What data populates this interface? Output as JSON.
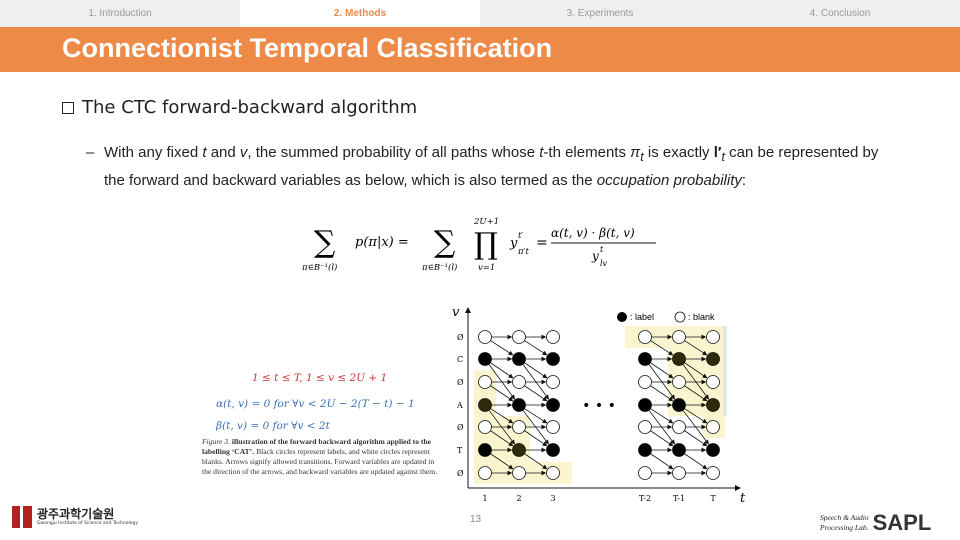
{
  "tabs": [
    {
      "label": "1. Introduction",
      "active": false
    },
    {
      "label": "2. Methods",
      "active": true
    },
    {
      "label": "3. Experiments",
      "active": false
    },
    {
      "label": "4. Conclusion",
      "active": false
    }
  ],
  "title": "Connectionist Temporal Classification",
  "bullet": "The CTC forward-backward algorithm",
  "subbullet": {
    "dash": "–",
    "part1": "With any fixed ",
    "t": "t",
    "part2": " and ",
    "v": "v",
    "part3": ", the summed probability of all paths whose ",
    "t2": "t",
    "part4": "-th elements ",
    "pi_t": "π",
    "pi_sub": "t",
    "part5": " is exactly ",
    "l_t": "l′",
    "l_sub": "t",
    "part6": " can be represented by the forward and backward variables as below, which is also termed as the ",
    "occupation": "occupation probability",
    "part7": ":"
  },
  "formula": {
    "sum_sub": "π∈B⁻¹(l)",
    "lhs": "p(π|x) =",
    "prod_top": "2U+1",
    "prod_bot": "v=1",
    "y_term": "y",
    "y_sup": "t′",
    "y_sub": "π′t",
    "eq": "=",
    "numerator": "α(t, v) · β(t, v)",
    "den_y": "y",
    "den_sup": "t",
    "den_sub": "lv"
  },
  "diagram": {
    "v_axis": "v",
    "t_axis": "t",
    "rows": [
      "Ø",
      "C",
      "Ø",
      "A",
      "Ø",
      "T",
      "Ø"
    ],
    "cols": [
      "1",
      "2",
      "3",
      "T-2",
      "T-1",
      "T"
    ],
    "dots": "• • •",
    "legend_label": ": label",
    "legend_blank": ": blank",
    "colors": {
      "highlight": "#fbf5cf",
      "grey": "#e6e6e6",
      "dark": "#2f2a0a",
      "arrow": "#111111"
    }
  },
  "conditions": {
    "range": "1 ≤ t ≤ T, 1 ≤ v ≤ 2U + 1",
    "alpha": "α(t, v) = 0 for ∀v < 2U − 2(T − t) − 1",
    "beta": "β(t, v) = 0 for ∀v < 2t"
  },
  "caption": {
    "fig": "Figure 3.",
    "bold": "illustration of the forward backward algorithm applied to the labelling ‘CAT’.",
    "rest": " Black circles represent labels, and white circles represent blanks. Arrows signify allowed transitions. Forward variables are updated in the direction of the arrows, and backward variables are updated against them."
  },
  "page_number": "13",
  "logo_left": {
    "korean": "광주과학기술원",
    "english": "Gwangju Institute of Science and Technology"
  },
  "logo_right": {
    "line1": "Speech & Audio",
    "line2": "Processing Lab.",
    "brand": "SAPL"
  },
  "colors": {
    "accent": "#ee8a48",
    "tab_bg": "#efefef",
    "red": "#d0342c",
    "blue": "#3a6fb5"
  }
}
